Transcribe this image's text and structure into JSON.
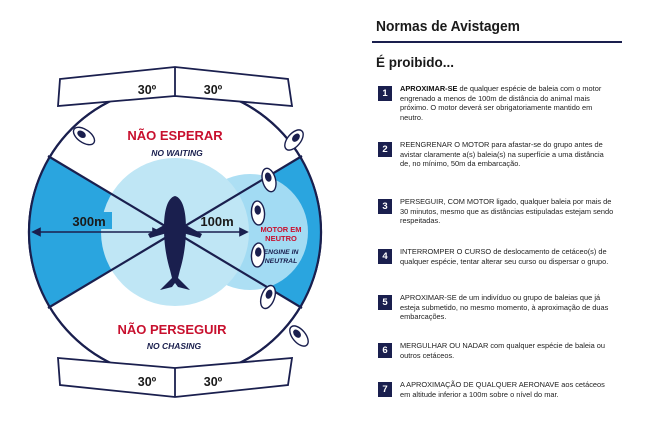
{
  "diagram": {
    "sectors": {
      "top_left_angle": "30º",
      "top_right_angle": "30º",
      "bottom_left_angle": "30º",
      "bottom_right_angle": "30º"
    },
    "zones": {
      "no_wait_pt": "NÃO ESPERAR",
      "no_wait_en": "NO WAITING",
      "no_chase_pt": "NÃO PERSEGUIR",
      "no_chase_en": "NO CHASING",
      "engine_pt_line1": "MOTOR EM",
      "engine_pt_line2": "NEUTRO",
      "engine_en_line1": "ENGINE IN",
      "engine_en_line2": "NEUTRAL"
    },
    "distances": {
      "outer": "300m",
      "inner": "100m"
    },
    "colors": {
      "navy": "#1a1f4e",
      "blue": "#2aa5df",
      "light_blue": "#bfe6f5",
      "red": "#c8102e"
    }
  },
  "panel": {
    "title": "Normas de Avistagem",
    "subtitle": "É proibido...",
    "rules": [
      {
        "number": "1",
        "bold": "APROXIMAR-SE",
        "text": " de qualquer espécie de baleia com o motor engrenado a menos de 100m de distância do animal mais próximo. O motor deverá ser obrigatoriamente mantido em neutro."
      },
      {
        "number": "2",
        "bold": "",
        "text": "REENGRENAR O MOTOR para afastar-se do grupo antes de avistar claramente a(s) baleia(s) na superfície a uma distância de, no mínimo, 50m da embarcação."
      },
      {
        "number": "3",
        "bold": "",
        "text": "PERSEGUIR, COM MOTOR ligado, qualquer baleia por mais de 30 minutos, mesmo que as distâncias estipuladas estejam sendo respeitadas."
      },
      {
        "number": "4",
        "bold": "",
        "text": "INTERROMPER O CURSO de deslocamento de cetáceo(s) de qualquer espécie, tentar alterar seu curso ou dispersar o grupo."
      },
      {
        "number": "5",
        "bold": "",
        "text": "APROXIMAR-SE de um indivíduo ou grupo de baleias que já esteja submetido, no mesmo momento, à aproximação de duas embarcações."
      },
      {
        "number": "6",
        "bold": "",
        "text": "MERGULHAR OU NADAR com qualquer espécie de baleia ou outros cetáceos."
      },
      {
        "number": "7",
        "bold": "",
        "text": "A APROXIMAÇÃO DE QUALQUER AERONAVE aos cetáceos em altitude inferior a 100m sobre o nível do mar."
      }
    ]
  }
}
